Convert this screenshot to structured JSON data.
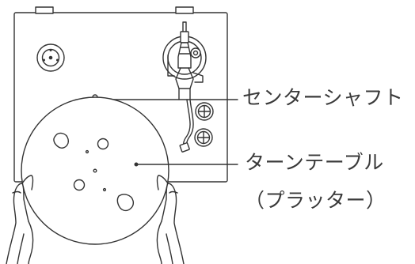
{
  "labels": {
    "center_shaft": "センターシャフト",
    "turntable": "ターンテーブル",
    "platter": "（プラッター）"
  },
  "colors": {
    "line": "#333333",
    "background": "#ffffff"
  }
}
